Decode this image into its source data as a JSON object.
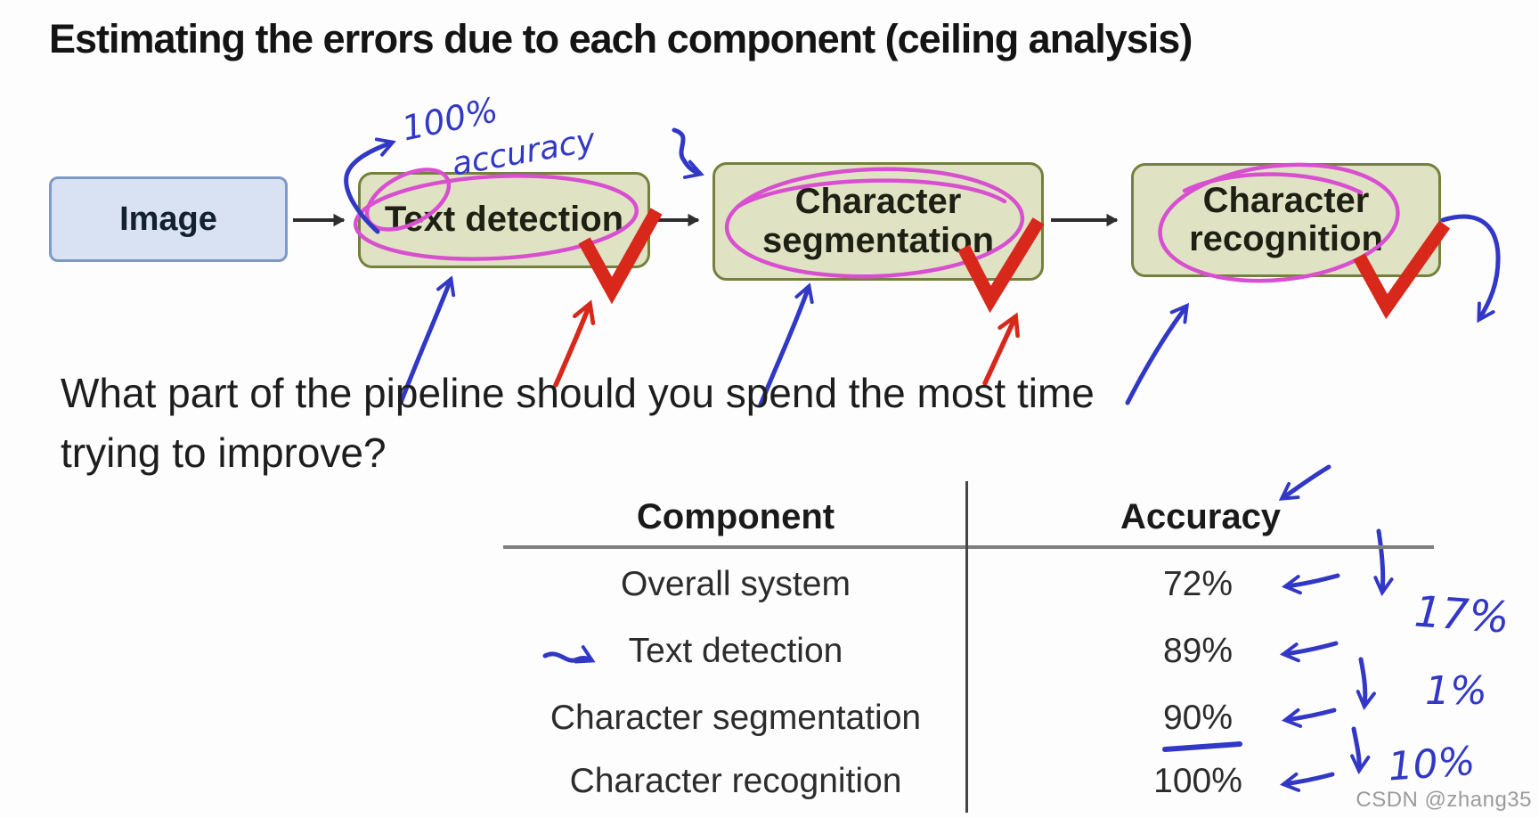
{
  "title": "Estimating the errors due to each component (ceiling analysis)",
  "question": {
    "line1": "What part of the pipeline should you spend the most time",
    "line2": "trying to improve?"
  },
  "pipeline": {
    "nodes": [
      {
        "label": "Image"
      },
      {
        "label": "Text detection"
      },
      {
        "label": "Character segmentation"
      },
      {
        "label": "Character recognition"
      }
    ]
  },
  "handwriting": {
    "accuracy_note_value": "100%",
    "accuracy_note_word": "accuracy",
    "delta_overall_to_detection": "17%",
    "delta_detection_to_segmentation": "1%",
    "delta_segmentation_to_recognition": "10%"
  },
  "table": {
    "headers": {
      "component": "Component",
      "accuracy": "Accuracy"
    },
    "rows": [
      {
        "component": "Overall system",
        "accuracy": "72%"
      },
      {
        "component": "Text detection",
        "accuracy": "89%"
      },
      {
        "component": "Character segmentation",
        "accuracy": "90%"
      },
      {
        "component": "Character recognition",
        "accuracy": "100%"
      }
    ]
  },
  "watermark": "CSDN @zhang35",
  "colors": {
    "ink_blue": "#3238c6",
    "ink_red": "#d8281b",
    "ink_magenta": "#d84fd0",
    "image_box_fill": "#d8e2f2",
    "image_box_border": "#7e99c5",
    "stage_box_fill": "#dfe3c4",
    "stage_box_border": "#74803c"
  }
}
